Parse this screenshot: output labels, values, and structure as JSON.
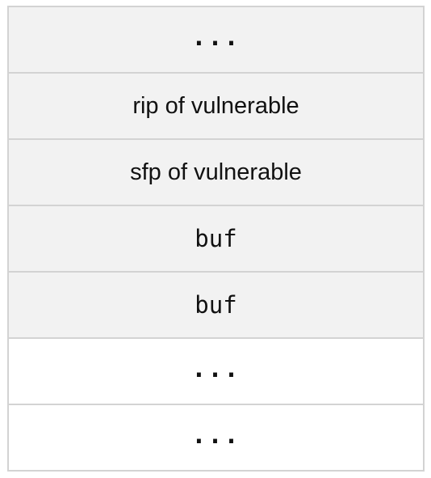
{
  "stack": {
    "cells": [
      {
        "label": "...",
        "shaded": true
      },
      {
        "label": "rip of vulnerable",
        "shaded": true
      },
      {
        "label": "sfp of vulnerable",
        "shaded": true
      },
      {
        "label": "buf",
        "shaded": true
      },
      {
        "label": "buf",
        "shaded": true
      },
      {
        "label": "...",
        "shaded": false
      },
      {
        "label": "...",
        "shaded": false
      }
    ]
  },
  "colors": {
    "shaded_fill": "#f2f2f2",
    "plain_fill": "#ffffff",
    "border": "#d3d3d3",
    "text": "#111111"
  }
}
